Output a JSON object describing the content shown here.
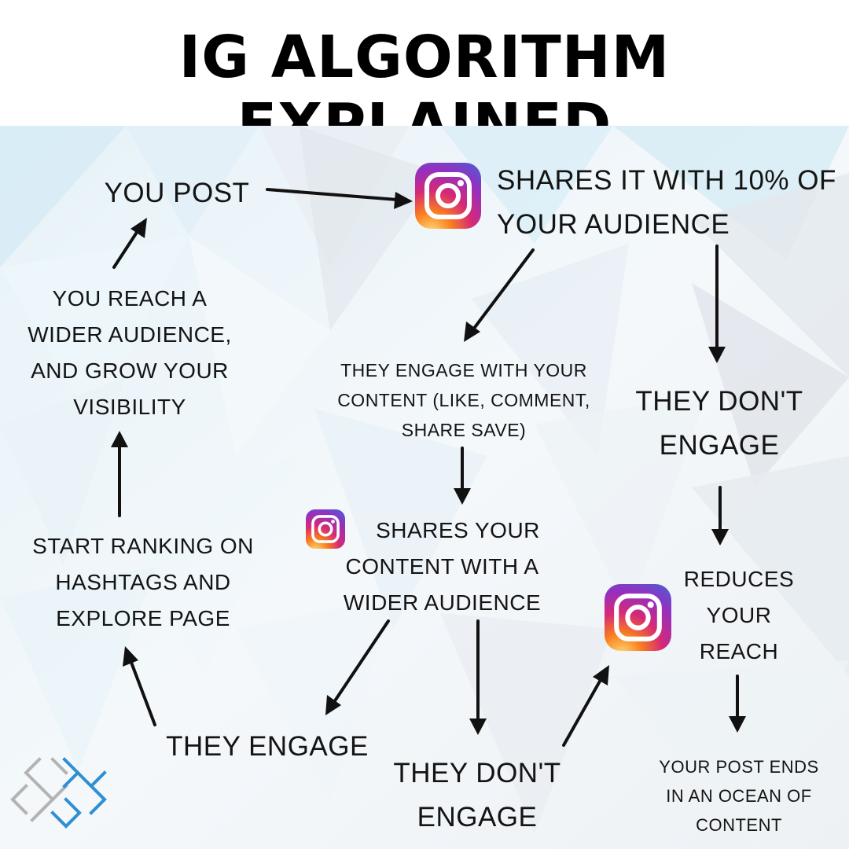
{
  "title": "IG ALGORITHM EXPLAINED",
  "colors": {
    "text": "#141414",
    "arrow": "#111111",
    "instagram_gradient": [
      "#feda75",
      "#fa7e1e",
      "#d62976",
      "#962fbf",
      "#4f5bd5"
    ],
    "background_tint": "#dbeef7",
    "logo_blue": "#2f8fd1",
    "logo_gray": "#b3b3b3"
  },
  "nodes": {
    "you_post": {
      "lines": [
        "YOU POST"
      ]
    },
    "shares_10": {
      "lines": [
        "SHARES IT WITH 10% OF",
        "YOUR AUDIENCE"
      ]
    },
    "they_engage_content": {
      "lines": [
        "THEY ENGAGE WITH YOUR",
        "CONTENT (LIKE, COMMENT,",
        "SHARE SAVE)"
      ]
    },
    "they_dont_engage_top": {
      "lines": [
        "THEY DON'T",
        "ENGAGE"
      ]
    },
    "wider_audience_reach": {
      "lines": [
        "YOU REACH A",
        "WIDER AUDIENCE,",
        "AND GROW YOUR",
        "VISIBILITY"
      ]
    },
    "start_ranking": {
      "lines": [
        "START RANKING ON",
        "HASHTAGS AND",
        "EXPLORE PAGE"
      ]
    },
    "shares_wider": {
      "lines": [
        "SHARES YOUR",
        "CONTENT WITH A",
        "WIDER AUDIENCE"
      ]
    },
    "reduces_reach": {
      "lines": [
        "REDUCES",
        "YOUR",
        "REACH"
      ]
    },
    "they_engage": {
      "lines": [
        "THEY ENGAGE"
      ]
    },
    "they_dont_engage_bottom": {
      "lines": [
        "THEY DON'T",
        "ENGAGE"
      ]
    },
    "ocean": {
      "lines": [
        "YOUR POST ENDS",
        "IN AN OCEAN OF",
        "CONTENT"
      ]
    }
  },
  "icons": [
    "instagram-icon",
    "instagram-icon",
    "instagram-icon",
    "brand-logo-icon"
  ]
}
